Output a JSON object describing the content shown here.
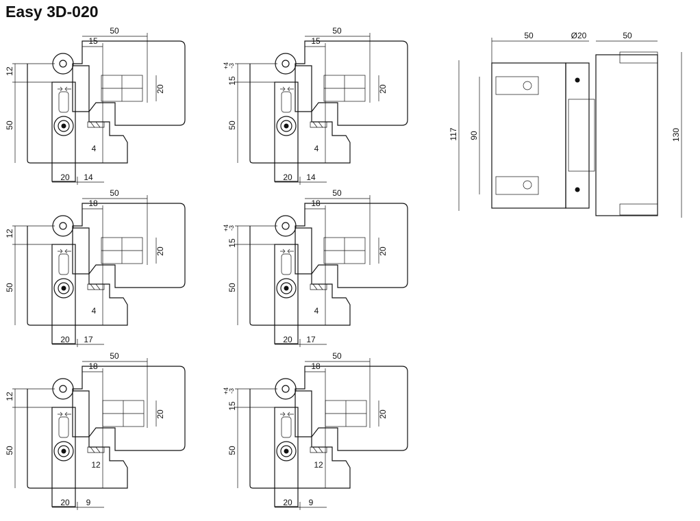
{
  "title": "Easy 3D-020",
  "variants": [
    {
      "top_dim": "50",
      "offset_dim": "15",
      "pivot_dim": "12",
      "height_dim": "50",
      "frame_dim": "20",
      "gap_dim": "4",
      "bottom_left": "20",
      "bottom_right": "14"
    },
    {
      "top_dim": "50",
      "offset_dim": "15",
      "pivot_dim": "15",
      "pivot_tol_upper": "+4",
      "pivot_tol_lower": "-3",
      "height_dim": "50",
      "frame_dim": "20",
      "gap_dim": "4",
      "bottom_left": "20",
      "bottom_right": "14"
    },
    {
      "top_dim": "50",
      "offset_dim": "18",
      "pivot_dim": "12",
      "height_dim": "50",
      "frame_dim": "20",
      "gap_dim": "4",
      "bottom_left": "20",
      "bottom_right": "17"
    },
    {
      "top_dim": "50",
      "offset_dim": "18",
      "pivot_dim": "15",
      "pivot_tol_upper": "+4",
      "pivot_tol_lower": "-3",
      "height_dim": "50",
      "frame_dim": "20",
      "gap_dim": "4",
      "bottom_left": "20",
      "bottom_right": "17"
    },
    {
      "top_dim": "50",
      "offset_dim": "18",
      "pivot_dim": "12",
      "height_dim": "50",
      "frame_dim": "20",
      "gap_dim": "12",
      "bottom_left": "20",
      "bottom_right": "9"
    },
    {
      "top_dim": "50",
      "offset_dim": "18",
      "pivot_dim": "15",
      "pivot_tol_upper": "+4",
      "pivot_tol_lower": "-3",
      "height_dim": "50",
      "frame_dim": "20",
      "gap_dim": "12",
      "bottom_left": "20",
      "bottom_right": "9"
    }
  ],
  "front_view": {
    "width_left": "50",
    "diameter": "Ø20",
    "width_right": "50",
    "height_total": "117",
    "height_inner": "90",
    "height_outer": "130"
  }
}
